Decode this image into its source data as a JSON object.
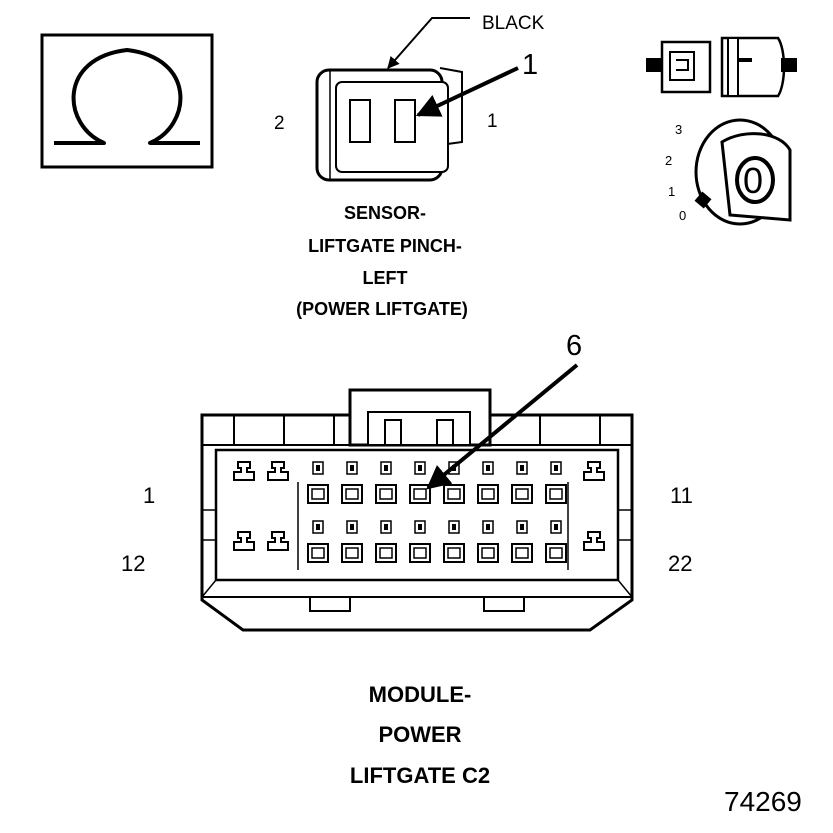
{
  "ohmmeter_symbol": {
    "icon": "omega-icon"
  },
  "ignition_switch": {
    "icon": "ignition-key-icon",
    "positions": [
      "3",
      "2",
      "1",
      "0"
    ],
    "key_letter": "0"
  },
  "disconnect_icon": {
    "icon": "connector-disconnected-icon"
  },
  "sensor_connector": {
    "color_label": "BLACK",
    "callout_pin": "1",
    "pin_left": "2",
    "pin_right": "1",
    "title_lines": [
      "SENSOR-",
      "LIFTGATE PINCH-",
      "LEFT",
      "(POWER LIFTGATE)"
    ]
  },
  "module_connector": {
    "callout_pin": "6",
    "row1_left": "1",
    "row1_right": "11",
    "row2_left": "12",
    "row2_right": "22",
    "title_lines": [
      "MODULE-",
      "POWER",
      "LIFTGATE C2"
    ]
  },
  "figure_number": "74269"
}
